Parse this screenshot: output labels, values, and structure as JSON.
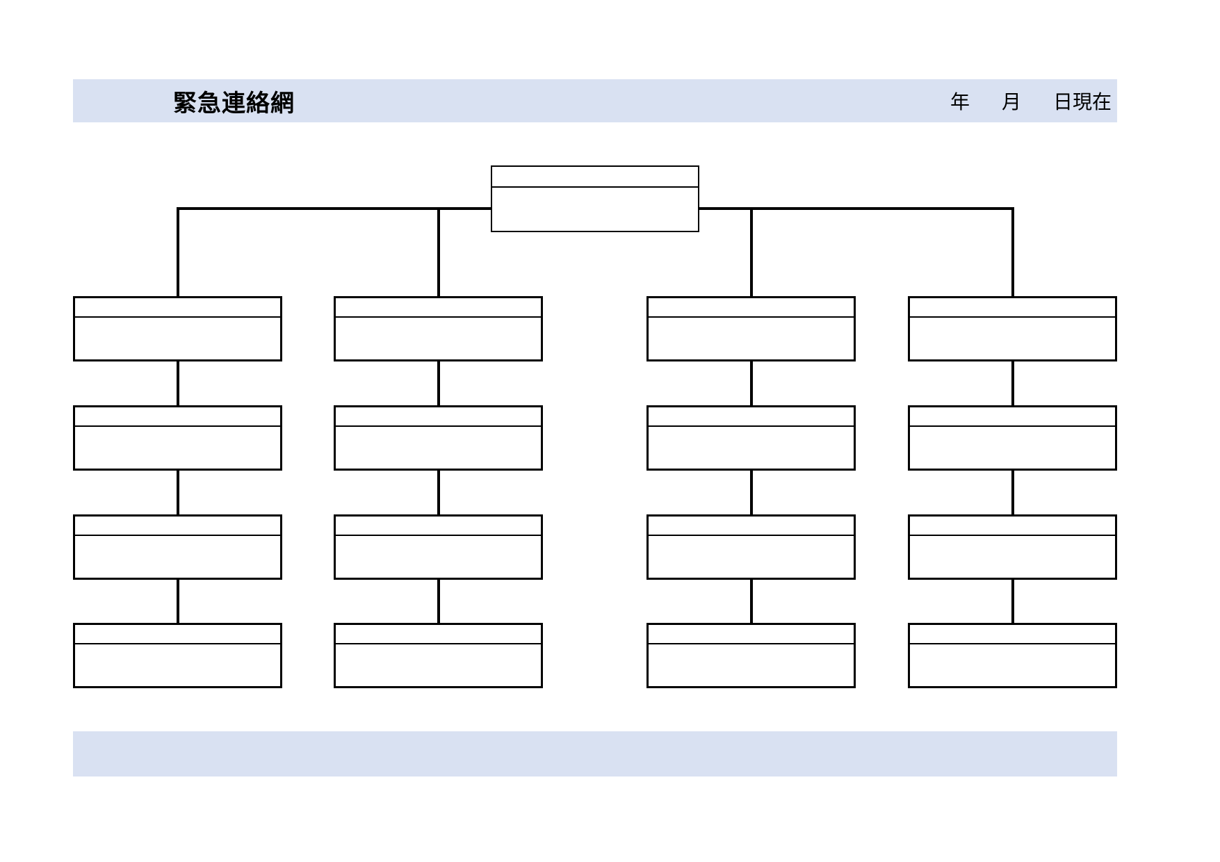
{
  "header": {
    "title": "緊急連絡網",
    "date": {
      "year_label": "年",
      "month_label": "月",
      "day_asof_label": "日現在"
    }
  },
  "diagram": {
    "type": "tree",
    "root": {
      "label": ""
    },
    "branch_count": 4,
    "nodes_per_branch": 4,
    "node_label": ""
  },
  "footer": {
    "text": ""
  },
  "colors": {
    "bar_fill": "#d9e1f2",
    "line": "#000000",
    "background": "#ffffff"
  }
}
